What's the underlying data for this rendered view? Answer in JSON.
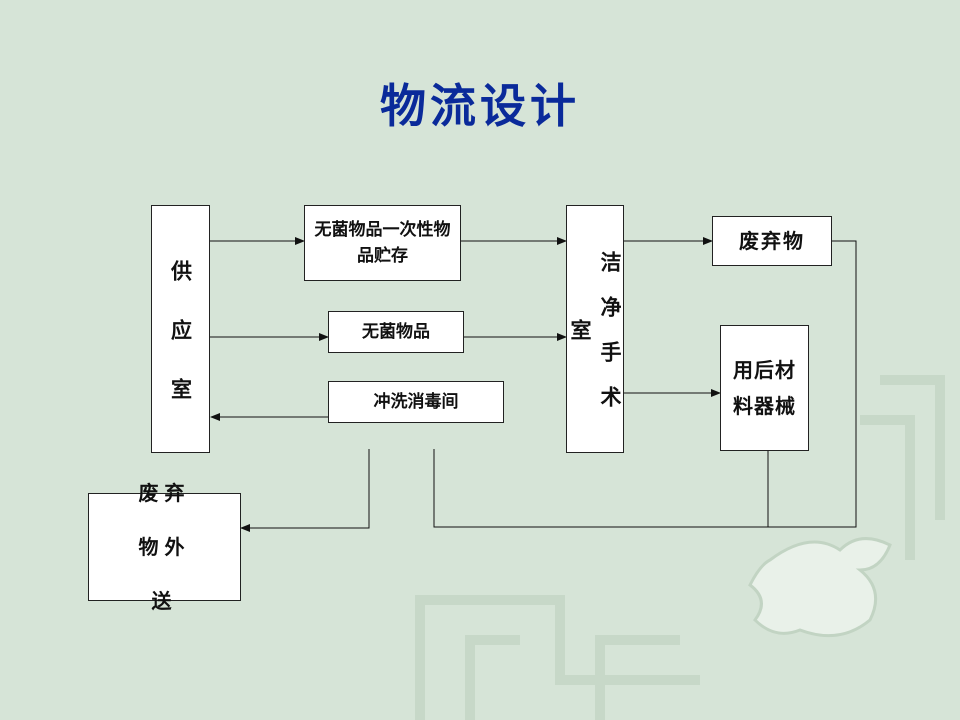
{
  "title": "物流设计",
  "nodes": {
    "supply": "供应室",
    "sterile_disposable": "无菌物品一次性物品贮存",
    "sterile_items": "无菌物品",
    "wash_disinfect": "冲洗消毒间",
    "clean_or": "洁净手术室",
    "waste": "废弃物",
    "used_instruments": "用后材料器械",
    "waste_out": "废弃物外送"
  }
}
